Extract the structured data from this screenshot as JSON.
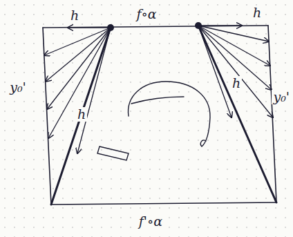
{
  "diagram": {
    "labels": [
      "h",
      "f∘α",
      "h",
      "y₀'",
      "y₀'",
      "h",
      "h",
      "f'∘α"
    ]
  }
}
